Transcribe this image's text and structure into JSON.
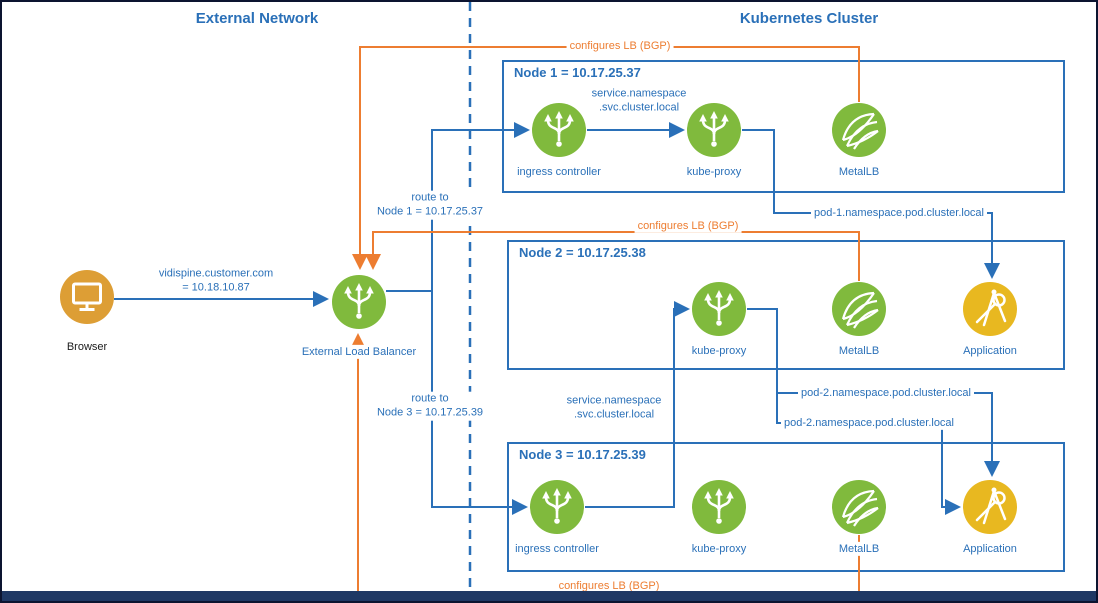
{
  "header": {
    "external_network": "External Network",
    "kubernetes_cluster": "Kubernetes Cluster"
  },
  "external": {
    "browser_label": "Browser",
    "load_balancer_label": "External Load Balancer"
  },
  "nodes": [
    {
      "title": "Node 1 = 10.17.25.37",
      "components": [
        "ingress controller",
        "kube-proxy",
        "MetalLB"
      ]
    },
    {
      "title": "Node 2 = 10.17.25.38",
      "components": [
        "kube-proxy",
        "MetalLB",
        "Application"
      ]
    },
    {
      "title": "Node 3 = 10.17.25.39",
      "components": [
        "ingress controller",
        "kube-proxy",
        "MetalLB",
        "Application"
      ]
    }
  ],
  "edges": {
    "vidispine": "vidispine.customer.com\n= 10.18.10.87",
    "route_node1": "route to\nNode 1 = 10.17.25.37",
    "route_node3": "route to\nNode 3 = 10.17.25.39",
    "service_node1": "service.namespace\n.svc.cluster.local",
    "service_node3": "service.namespace\n.svc.cluster.local",
    "pod1": "pod-1.namespace.pod.cluster.local",
    "pod2_top": "pod-2.namespace.pod.cluster.local",
    "pod2_bottom": "pod-2.namespace.pod.cluster.local",
    "configures_top": "configures LB (BGP)",
    "configures_mid": "configures LB (BGP)",
    "configures_bottom": "configures LB (BGP)"
  },
  "colors": {
    "blue": "#2a70b8",
    "orange": "#ed7d31",
    "green": "#80ba3d",
    "gold": "#e8b820",
    "browser_orange": "#dd9e35"
  },
  "icon_names": {
    "browser": "browser-monitor-icon",
    "load_balancer": "load-balancer-icon",
    "ingress_controller": "ingress-controller-icon",
    "kube_proxy": "kube-proxy-icon",
    "metallb": "metallb-icon",
    "application": "application-tools-icon"
  }
}
